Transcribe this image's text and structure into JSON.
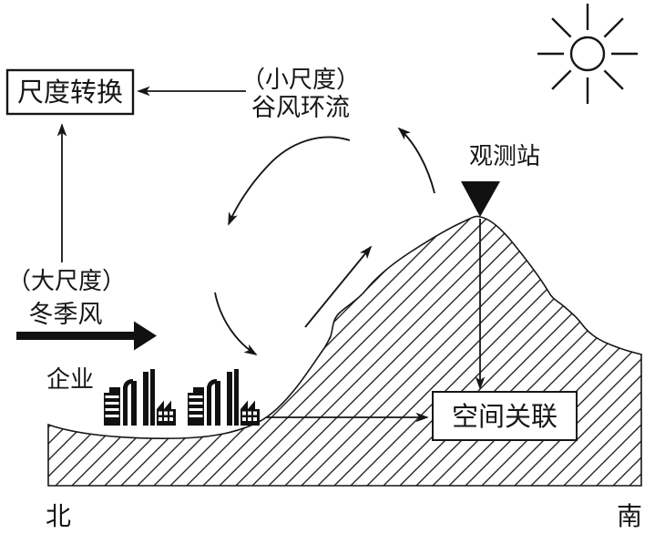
{
  "diagram": {
    "type": "schematic",
    "colors": {
      "ink": "#161616",
      "background": "#ffffff"
    },
    "boxes": {
      "scale_conversion": {
        "label": "尺度转换"
      },
      "spatial_correlation": {
        "label": "空间关联"
      }
    },
    "labels": {
      "small_scale_paren": "（小尺度）",
      "valley_wind_circulation": "谷风环流",
      "large_scale_paren": "（大尺度）",
      "winter_monsoon": "冬季风",
      "observation_station": "观测站",
      "enterprises": "企业",
      "direction_north": "北",
      "direction_south": "南"
    },
    "icons": {
      "sun": "sun-icon",
      "factory": "factory-icon",
      "station_marker": "inverted-triangle-marker"
    },
    "arrows": {
      "to_scale_conversion": "valley-circulation → scale-conversion-box",
      "large_scale_up": "large-scale → scale-conversion-box",
      "winter_monsoon_flow": "thick right arrow",
      "circulation_descend_left": "arc down-left",
      "circulation_toward_factories": "arc down-right",
      "upslope_flow": "straight up-slope",
      "above_peak_rise": "arc up-left above peak",
      "station_to_spatial": "observation-station → spatial-correlation-box",
      "factories_to_spatial": "factories → spatial-correlation-box"
    }
  }
}
